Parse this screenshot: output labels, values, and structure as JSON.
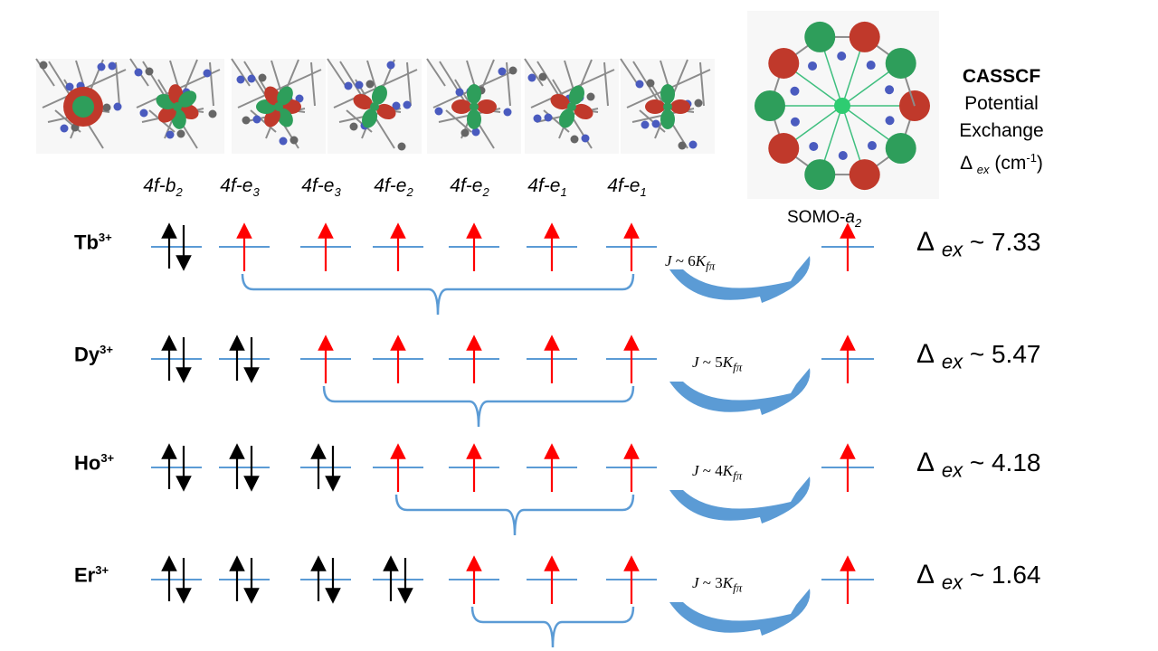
{
  "orbitals": [
    {
      "prefix": "4",
      "f": "f",
      "sym": "-b",
      "sub": "2"
    },
    {
      "prefix": "4",
      "f": "f",
      "sym": "-e",
      "sub": "3"
    },
    {
      "prefix": "4",
      "f": "f",
      "sym": "-e",
      "sub": "3"
    },
    {
      "prefix": "4",
      "f": "f",
      "sym": "-e",
      "sub": "2"
    },
    {
      "prefix": "4",
      "f": "f",
      "sym": "-e",
      "sub": "2"
    },
    {
      "prefix": "4",
      "f": "f",
      "sym": "-e",
      "sub": "1"
    },
    {
      "prefix": "4",
      "f": "f",
      "sym": "-e",
      "sub": "1"
    }
  ],
  "somo": {
    "base": "SOMO-",
    "sym": "a",
    "sub": "2"
  },
  "casscf": {
    "title": "CASSCF",
    "line2": "Potential",
    "line3": "Exchange",
    "delta": "Δ",
    "sub": "ex",
    "unit": " (cm",
    "exp": "-1",
    "close": ")"
  },
  "rows": [
    {
      "ion": "Tb",
      "charge": "3+",
      "paired": 1,
      "j_coef": "6",
      "delta_sym": "Δ",
      "delta_sub": "ex",
      "delta_value": " ~ 7.33"
    },
    {
      "ion": "Dy",
      "charge": "3+",
      "paired": 2,
      "j_coef": "5",
      "delta_sym": "Δ",
      "delta_sub": "ex",
      "delta_value": " ~ 5.47"
    },
    {
      "ion": "Ho",
      "charge": "3+",
      "paired": 3,
      "j_coef": "4",
      "delta_sym": "Δ",
      "delta_sub": "ex",
      "delta_value": " ~ 4.18"
    },
    {
      "ion": "Er",
      "charge": "3+",
      "paired": 4,
      "j_coef": "3",
      "delta_sym": "Δ",
      "delta_sub": "ex",
      "delta_value": " ~ 1.64"
    }
  ],
  "j_text": {
    "var": "J",
    "tilde": " ~ ",
    "K": "K",
    "sub": "fπ"
  },
  "colors": {
    "level": "#5b9bd5",
    "spin_up": "#ff0000",
    "paired": "#000000",
    "brace": "#5b9bd5",
    "arrow": "#5b9bd5",
    "lobe_red": "#c0392b",
    "lobe_green": "#2e9e5b",
    "atom_blue": "#4a5bbf",
    "atom_grey": "#666666"
  }
}
